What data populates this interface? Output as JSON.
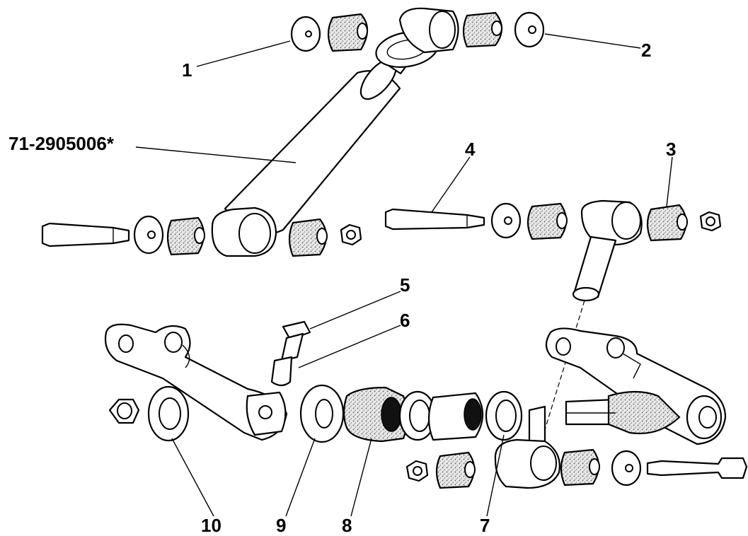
{
  "labels": {
    "part_number": "71-2905006*",
    "l1": "1",
    "l2": "2",
    "l3": "3",
    "l4": "4",
    "l5": "5",
    "l6": "6",
    "l7": "7",
    "l8": "8",
    "l9": "9",
    "l10": "10"
  }
}
